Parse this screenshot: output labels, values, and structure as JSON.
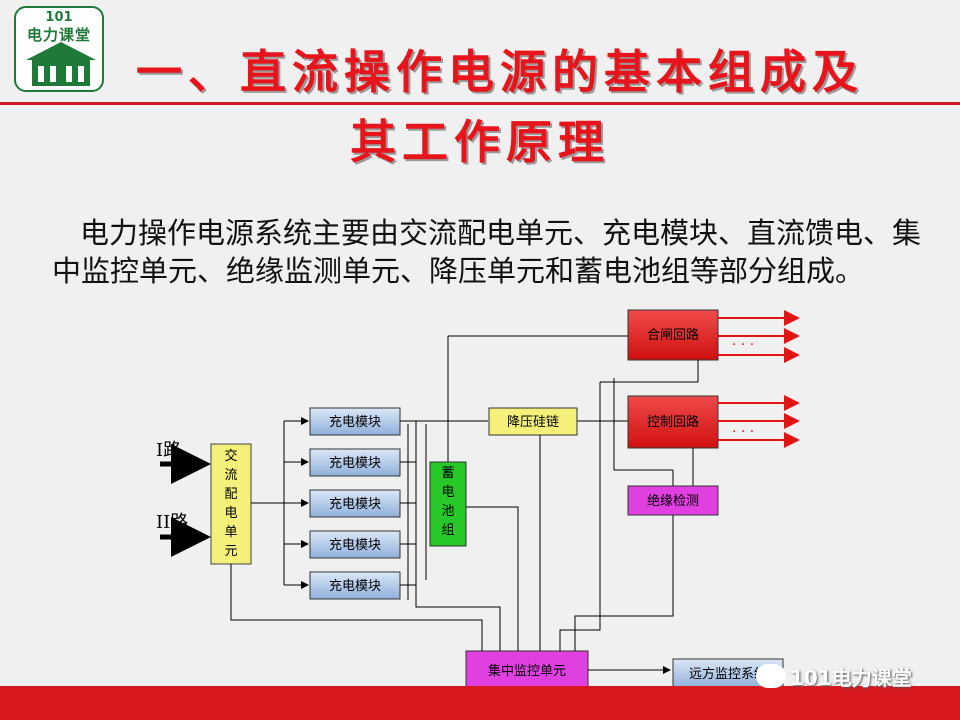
{
  "logo": {
    "number": "101",
    "name": "电力课堂"
  },
  "title": {
    "line1": "一、直流操作电源的基本组成及",
    "line2": "其工作原理"
  },
  "paragraph": "电力操作电源系统主要由交流配电单元、充电模块、直流馈电、集中监控单元、绝缘监测单元、降压单元和蓄电池组等部分组成。",
  "diagram": {
    "input1": "I路",
    "input2": "II路",
    "ac_unit": [
      "交",
      "流",
      "配",
      "电",
      "单",
      "元"
    ],
    "charger_label": "充电模块",
    "battery": [
      "蓄",
      "电",
      "池",
      "组"
    ],
    "dropper": "降压硅链",
    "closing_circuit": "合闸回路",
    "control_circuit": "控制回路",
    "insulation": "绝缘检测",
    "monitor": "集中监控单元",
    "remote": "远方监控系统",
    "dots": ". . ."
  },
  "watermark": "101电力课堂",
  "colors": {
    "title_red": "#e8141b",
    "bar_red": "#d8181f",
    "logo_green": "#1f7a3a"
  }
}
